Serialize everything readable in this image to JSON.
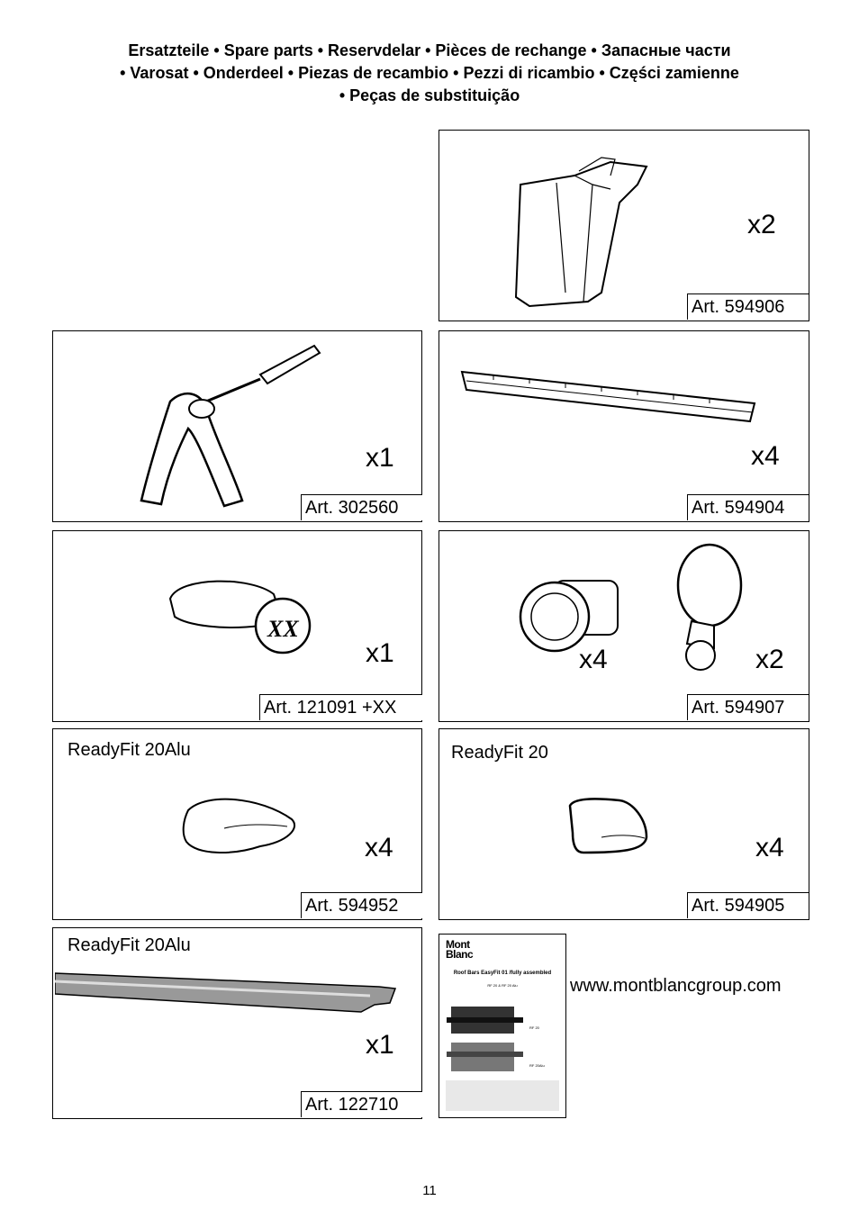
{
  "header": {
    "line1": "Ersatzteile • Spare parts • Reservdelar • Pièces de rechange • Запасные части",
    "line2": "• Varosat • Onderdeel • Piezas de recambio • Pezzi di ricambio • Części zamienne",
    "line3": "• Peças de substituição"
  },
  "parts": {
    "p594906": {
      "art": "Art. 594906",
      "qty": "x2"
    },
    "p302560": {
      "art": "Art. 302560",
      "qty": "x1"
    },
    "p594904": {
      "art": "Art. 594904",
      "qty": "x4"
    },
    "p121091": {
      "art": "Art. 121091 +XX",
      "qty": "x1"
    },
    "p594907": {
      "art": "Art. 594907",
      "qty_a": "x4",
      "qty_b": "x2"
    },
    "p594952": {
      "label": "ReadyFit 20Alu",
      "art": "Art. 594952",
      "qty": "x4"
    },
    "p594905": {
      "label": "ReadyFit 20",
      "art": "Art. 594905",
      "qty": "x4"
    },
    "p122710": {
      "label": "ReadyFit 20Alu",
      "art": "Art. 122710",
      "qty": "x1"
    }
  },
  "manual": {
    "logo_line1": "Mont",
    "logo_line2": "Blanc",
    "title": "Roof Bars EasyFit 01 /fully assembled",
    "subtitle": "RF 20 & RF 20 Alu",
    "label_rf20": "RF 20",
    "label_rf20alu": "RF 20Alu"
  },
  "url": "www.montblancgroup.com",
  "page_number": "11"
}
